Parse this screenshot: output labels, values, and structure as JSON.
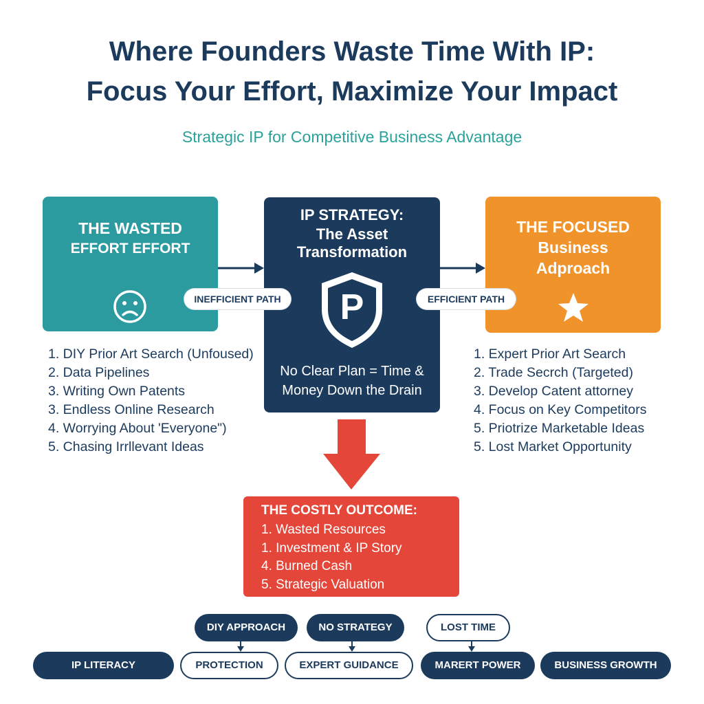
{
  "header": {
    "title_line1": "Where Founders Waste Time With IP:",
    "title_line2": "Focus Your Effort, Maximize Your Impact",
    "subtitle": "Strategic IP for Competitive Business Advantage"
  },
  "wasted": {
    "title_line1": "THE WASTED",
    "title_line2": "EFFORT EFFORT",
    "icon": "sad-face-icon",
    "items": [
      "1. DIY Prior Art Search (Unfoused)",
      "2. Data Pipelines",
      "3. Writing Own Patents",
      "3. Endless Online Research",
      "4. Worrying About 'Everyone\")",
      "5. Chasing Irrllevant Ideas"
    ]
  },
  "strategy": {
    "title_line1": "IP STRATEGY:",
    "title_line2": "The Asset",
    "title_line3": "Transformation",
    "shield_letter": "P",
    "note_line1": "No Clear Plan = Time &",
    "note_line2": "Money Down the Drain"
  },
  "focused": {
    "title_line1": "THE FOCUSED",
    "title_line2": "Business",
    "title_line3": "Adproach",
    "icon": "star-icon",
    "items": [
      "1. Expert Prior Art Search",
      "2. Trade Secrch (Targeted)",
      "3. Develop Catent attorney",
      "4. Focus on Key Competitors",
      "5. Priotrize Marketable Ideas",
      "5. Lost Market Opportunity"
    ]
  },
  "paths": {
    "inefficient": "INEFFICIENT PATH",
    "efficient": "EFFICIENT PATH"
  },
  "outcome": {
    "title": "THE COSTLY OUTCOME:",
    "items": [
      "1. Wasted Resources",
      "1. Investment & IP Story",
      "4. Burned Cash",
      "5. Strategic Valuation"
    ]
  },
  "tags_top": [
    "DIY APPROACH",
    "NO STRATEGY",
    "LOST TIME"
  ],
  "tags_bottom": [
    "IP LITERACY",
    "PROTECTION",
    "EXPERT GUIDANCE",
    "MARERT POWER",
    "BUSINESS GROWTH"
  ],
  "colors": {
    "navy": "#1b3a5c",
    "teal": "#2b9ba0",
    "orange": "#f0932b",
    "red": "#e4463a",
    "subtitle": "#2aa19a"
  }
}
